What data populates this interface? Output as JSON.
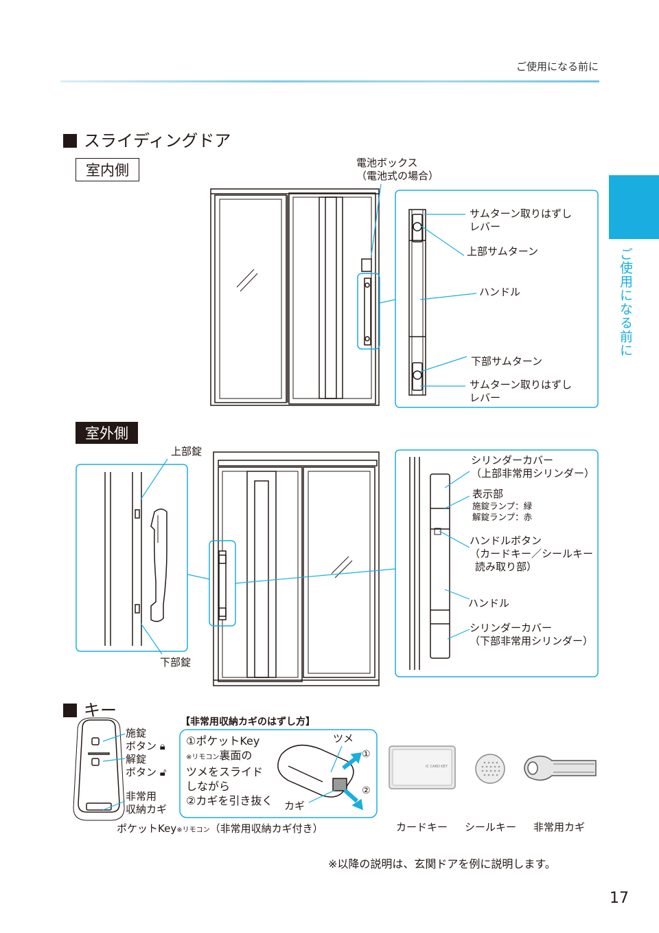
{
  "header": {
    "section": "ご使用になる前に"
  },
  "side_tab": {
    "label": "ご使用になる前に"
  },
  "sliding_door": {
    "title": "スライディングドア",
    "inside": {
      "label": "室内側",
      "battery_box": [
        "電池ボックス",
        "（電池式の場合）"
      ],
      "callouts": {
        "upper_lever": [
          "サムターン取りはずし",
          "レバー"
        ],
        "upper_thumbturn": "上部サムターン",
        "handle": "ハンドル",
        "lower_thumbturn": "下部サムターン",
        "lower_lever": [
          "サムターン取りはずし",
          "レバー"
        ]
      }
    },
    "outside": {
      "label": "室外側",
      "upper_lock": "上部錠",
      "lower_lock": "下部錠",
      "callouts": {
        "cylinder_cover_top": [
          "シリンダーカバー",
          "（上部非常用シリンダー）"
        ],
        "display": "表示部",
        "lamp_lock": "施錠ランプ：緑",
        "lamp_unlock": "解錠ランプ：赤",
        "handle_button": [
          "ハンドルボタン",
          "（カードキー／シールキー",
          "読み取り部）"
        ],
        "handle": "ハンドル",
        "cylinder_cover_bottom": [
          "シリンダーカバー",
          "（下部非常用シリンダー）"
        ]
      }
    }
  },
  "keys": {
    "title": "キー",
    "remote": {
      "lock_button": [
        "施錠",
        "ボタン"
      ],
      "unlock_button": [
        "解錠",
        "ボタン"
      ],
      "emergency_key": [
        "非常用",
        "収納カギ"
      ],
      "caption_main": "ポケットKey",
      "caption_small": "※リモコン",
      "caption_tail": "（非常用収納カギ付き）"
    },
    "howto": {
      "title": "【非常用収納カギのはずし方】",
      "step1_a": "①ポケットKey",
      "step1_small": "※リモコン",
      "step1_b": "裏面の",
      "step1_c": "ツメをスライド",
      "step1_d": "しながら",
      "step2": "②カギを引き抜く",
      "tsume": "ツメ",
      "kagi": "カギ",
      "arrow1": "①",
      "arrow2": "②"
    },
    "card_text": "IC CARD KEY",
    "items": [
      "カードキー",
      "シールキー",
      "非常用カギ"
    ]
  },
  "note": "※以降の説明は、玄関ドアを例に説明します。",
  "page_number": "17",
  "colors": {
    "accent": "#1aaee0",
    "text": "#231815"
  }
}
